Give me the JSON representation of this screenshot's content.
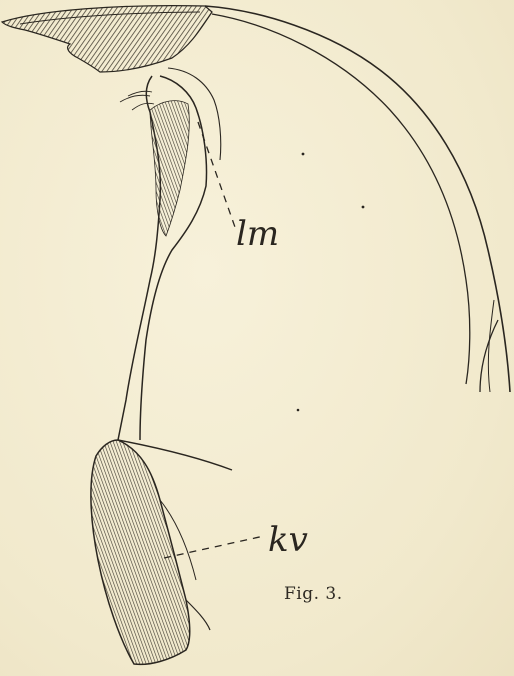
{
  "figure": {
    "caption": "Fig. 3.",
    "labels": {
      "lm": "lm",
      "kv": "kv"
    },
    "colors": {
      "paper": "#f3ecd2",
      "ink": "#2a2620"
    }
  }
}
